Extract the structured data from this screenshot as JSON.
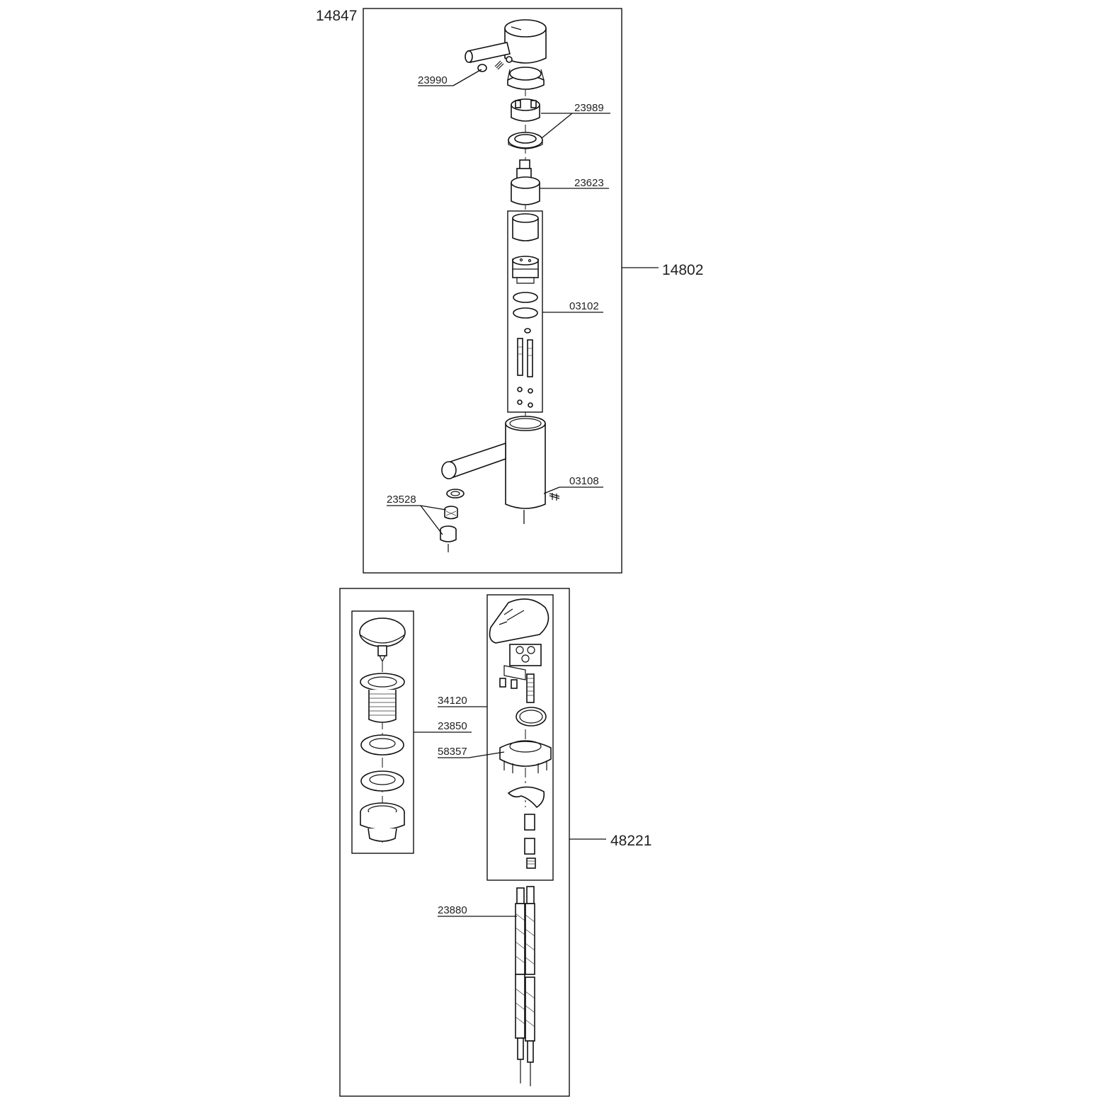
{
  "assembly": {
    "top_left_code": "14847",
    "upper_box_code": "14802",
    "lower_box_code": "48221"
  },
  "callouts": {
    "c23990": "23990",
    "c23989": "23989",
    "c23623": "23623",
    "c03102": "03102",
    "c03108": "03108",
    "c23528": "23528",
    "c34120": "34120",
    "c23850": "23850",
    "c58357": "58357",
    "c23880": "23880"
  }
}
